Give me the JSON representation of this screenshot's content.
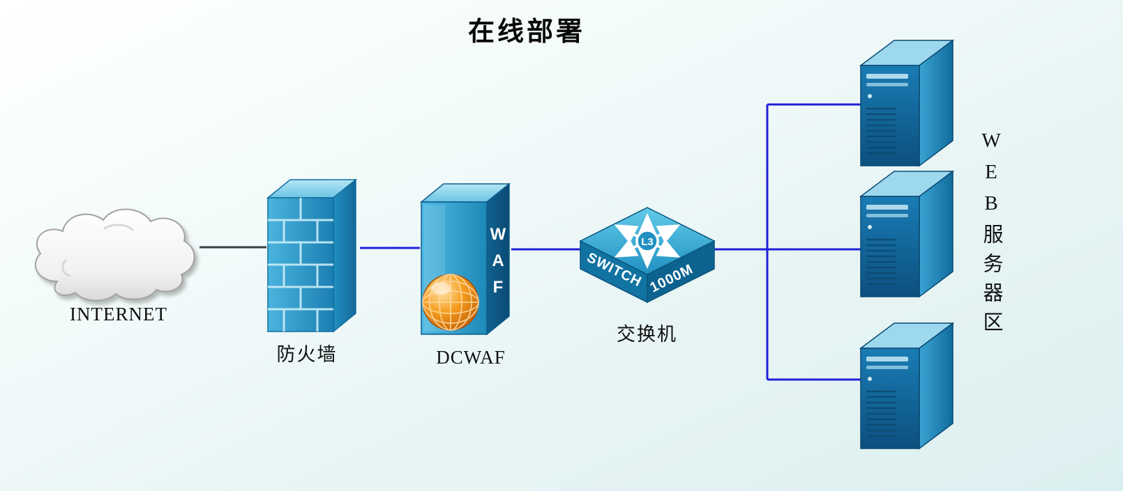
{
  "title": "在线部署",
  "colors": {
    "line_blue": "#1f1fd8",
    "line_dark": "#3c3c44",
    "wall_blue": "#2e9fd0",
    "globe_orange": "#e8821e"
  },
  "nodes": {
    "internet": {
      "label": "INTERNET"
    },
    "firewall": {
      "label": "防火墙"
    },
    "waf": {
      "label": "DCWAF",
      "letters": [
        "W",
        "A",
        "F"
      ]
    },
    "switch": {
      "label": "交换机",
      "l3": "L3",
      "left_text": "SWITCH",
      "right_text": "1000M"
    },
    "web_area": {
      "label": "WEB服务器区"
    }
  },
  "connections": [
    {
      "from": "internet",
      "to": "firewall"
    },
    {
      "from": "firewall",
      "to": "dcwaf"
    },
    {
      "from": "dcwaf",
      "to": "switch"
    },
    {
      "from": "switch",
      "to": "web-server-bus"
    },
    {
      "from": "web-server-bus",
      "to": "web-server-1"
    },
    {
      "from": "web-server-bus",
      "to": "web-server-2"
    },
    {
      "from": "web-server-bus",
      "to": "web-server-3"
    }
  ]
}
